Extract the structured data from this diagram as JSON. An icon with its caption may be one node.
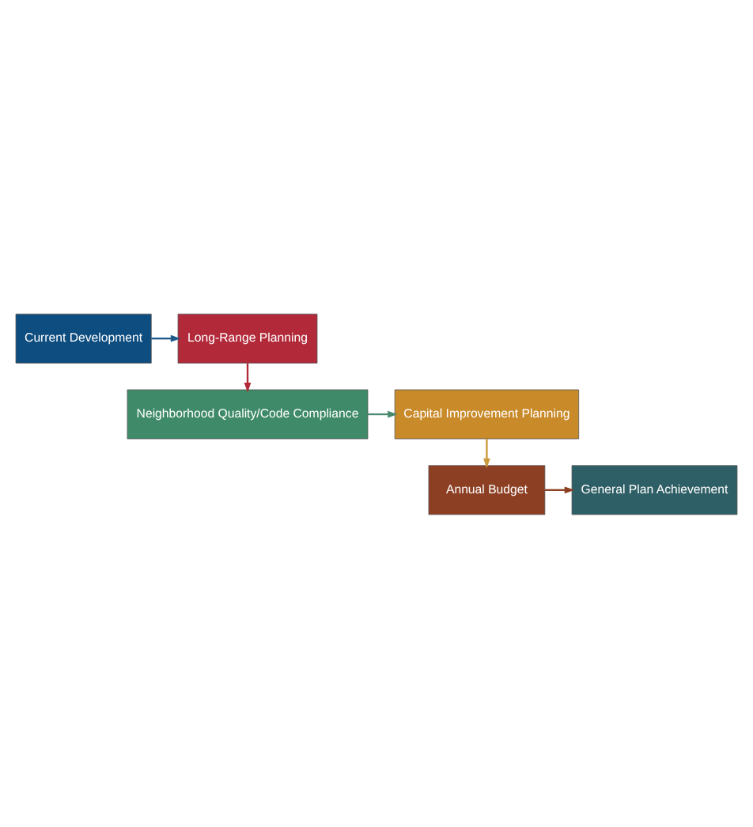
{
  "diagram": {
    "nodes": [
      {
        "text": [
          "Current Development"
        ]
      },
      {
        "text": [
          "Long-Range Planning"
        ]
      },
      {
        "text": [
          "Neighborhood Quality/Code Compliance"
        ]
      },
      {
        "text": [
          "Capital Improvement Planning"
        ]
      },
      {
        "text": [
          "Annual Budget"
        ]
      },
      {
        "text": [
          "General Plan Achievement"
        ]
      }
    ],
    "edges": [
      {
        "from": 0,
        "to": 1,
        "arrow": "to",
        "color": "#1f5a8a"
      },
      {
        "from": 1,
        "to": 2,
        "arrow": "to",
        "color": "#b22a3a"
      },
      {
        "from": 2,
        "to": 3,
        "arrow": "to",
        "color": "#4a8a70"
      },
      {
        "from": 3,
        "to": 4,
        "arrow": "to",
        "color": "#c99a3a"
      },
      {
        "from": 4,
        "to": 5,
        "arrow": "to",
        "color": "#8c3f22"
      }
    ]
  }
}
